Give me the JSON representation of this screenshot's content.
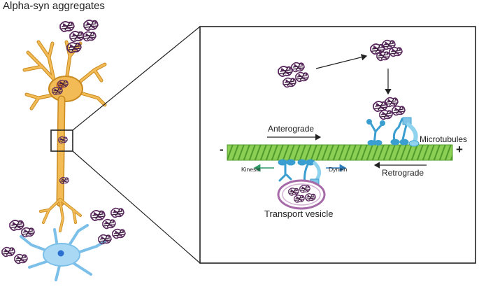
{
  "title": "Alpha-syn aggregates",
  "labels": {
    "anterograde": "Anterograde",
    "retrograde": "Retrograde",
    "microtubules": "Microtubules",
    "kinesin": "Kinesin",
    "dynein": "Dynein",
    "transport_vesicle": "Transport vesicle",
    "minus_end": "-",
    "plus_end": "+"
  },
  "colors": {
    "neuron_orange": "#f2bb55",
    "neuron_outline": "#c98a1f",
    "neuron_blue": "#a9d8f5",
    "aggregate": "#5a2a5e",
    "microtubule": "#7fc64a",
    "motor_blue": "#3a9fd0",
    "vesicle": "#a66aa8"
  }
}
